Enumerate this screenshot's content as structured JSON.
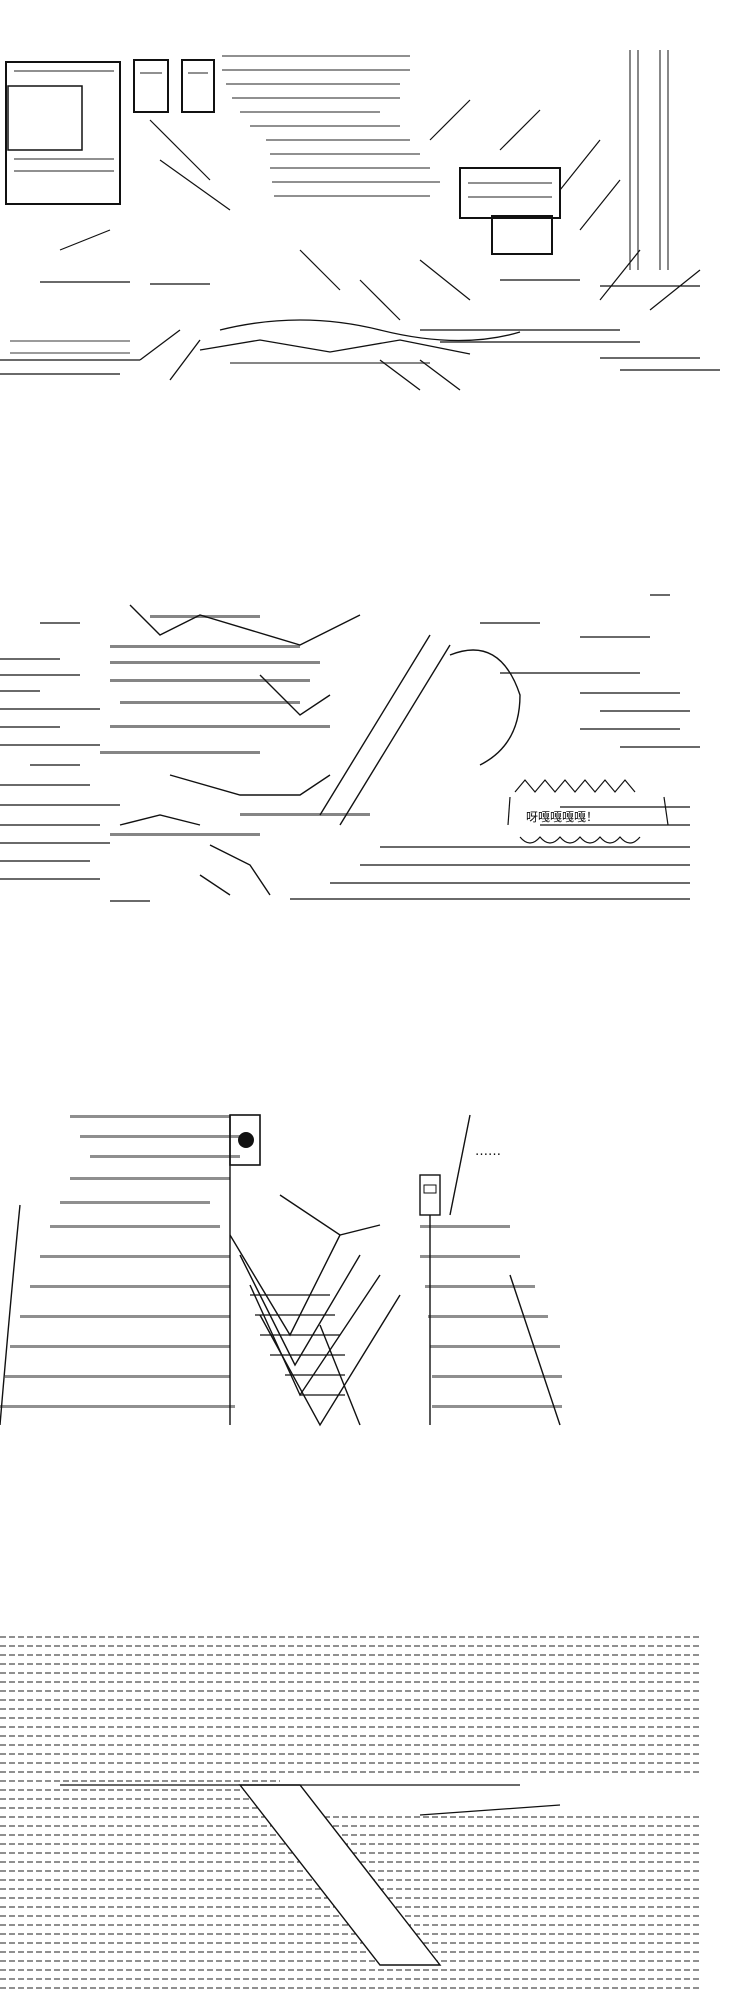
{
  "page": {
    "background": "#ffffff",
    "ink": "#111111"
  },
  "panels": [
    {
      "id": "panel-1",
      "subject": "ascii-art-rooftop-chase"
    },
    {
      "id": "panel-2",
      "subject": "ascii-art-impact-shout",
      "speech": "呀嘎嘎嘎嘎！"
    },
    {
      "id": "panel-3",
      "subject": "ascii-art-clenched-hands",
      "speech": "……"
    },
    {
      "id": "panel-4",
      "subject": "ascii-art-dense-texture-street"
    }
  ]
}
